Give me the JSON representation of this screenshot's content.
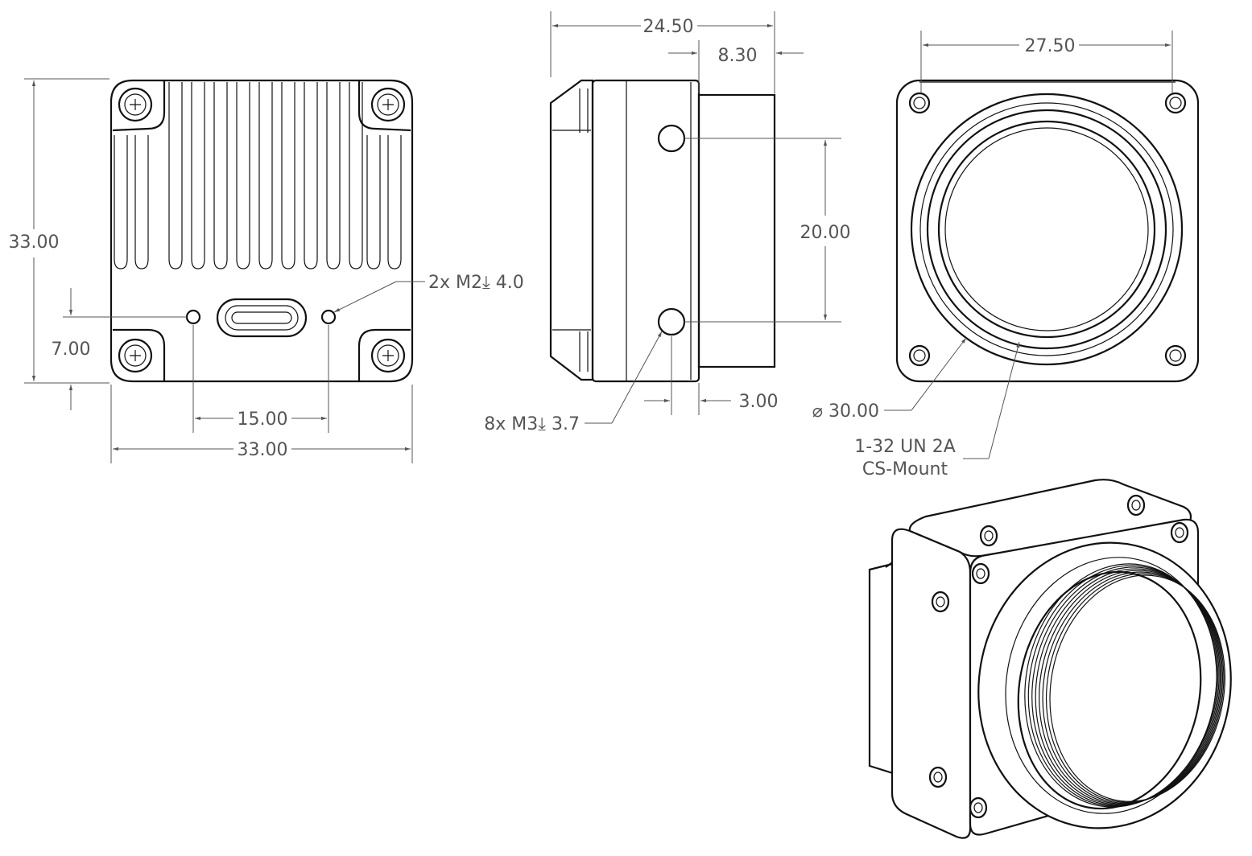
{
  "views": {
    "front": {
      "dims": {
        "height": "33.00",
        "bottom_offset": "7.00",
        "hole_spacing": "15.00",
        "width": "33.00",
        "hole_callout": "2x M2⤓ 4.0"
      }
    },
    "side": {
      "dims": {
        "depth": "24.50",
        "mount_depth": "8.30",
        "hole_spacing": "20.00",
        "hole_offset": "3.00",
        "hole_callout": "8x M3⤓ 3.7"
      }
    },
    "rear": {
      "dims": {
        "width": "27.50",
        "diameter": "⌀ 30.00",
        "thread_line1": "1-32 UN 2A",
        "thread_line2": "CS-Mount"
      }
    }
  }
}
